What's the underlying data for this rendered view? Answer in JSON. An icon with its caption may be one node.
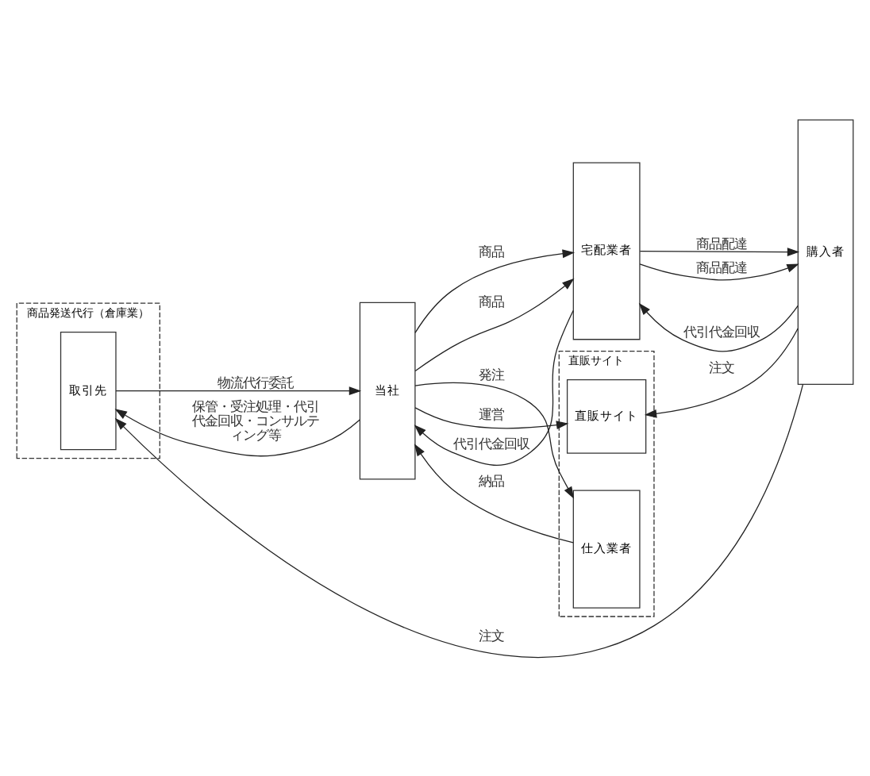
{
  "diagram": {
    "nodes": [
      {
        "text": [
          "商品発送代行（倉庫業）"
        ]
      },
      {
        "text": [
          "取引先"
        ],
        "in": 0
      },
      {
        "text": [
          "当社"
        ]
      },
      {
        "text": [
          "宅配業者"
        ]
      },
      {
        "text": [
          "購入者"
        ]
      },
      {
        "text": [
          "直販サイト"
        ]
      },
      {
        "text": [
          "仕入業者"
        ],
        "in": 5
      },
      {
        "text": [
          "直販サイト"
        ],
        "in": 5
      }
    ],
    "edges": [
      {
        "from": 4,
        "to": 1,
        "arrow": "to",
        "label": "注文"
      },
      {
        "from": 1,
        "to": 2,
        "arrow": "to",
        "label": "物流代行委託"
      },
      {
        "from": 2,
        "to": 1,
        "arrow": "to",
        "label": "保管・受注処理・代引代金回収・コンサルティング等"
      },
      {
        "from": 2,
        "to": 3,
        "arrow": "to",
        "label": "商品"
      },
      {
        "from": 3,
        "to": 2,
        "arrow": "to",
        "label": "代引代金回収"
      },
      {
        "from": 3,
        "to": 4,
        "arrow": "to",
        "label": "商品配達"
      },
      {
        "from": 4,
        "to": 3,
        "arrow": "to",
        "label": "代引代金回収"
      },
      {
        "from": 2,
        "to": 6,
        "arrow": "to",
        "label": "発注"
      },
      {
        "from": 6,
        "to": 2,
        "arrow": "to",
        "label": "納品"
      },
      {
        "from": 2,
        "to": 3,
        "arrow": "to",
        "label": "商品"
      },
      {
        "from": 3,
        "to": 4,
        "arrow": "to",
        "label": "商品配達"
      },
      {
        "from": 2,
        "to": 7,
        "arrow": "to",
        "label": "運営"
      },
      {
        "from": 4,
        "to": 7,
        "arrow": "to",
        "label": "注文"
      }
    ]
  }
}
